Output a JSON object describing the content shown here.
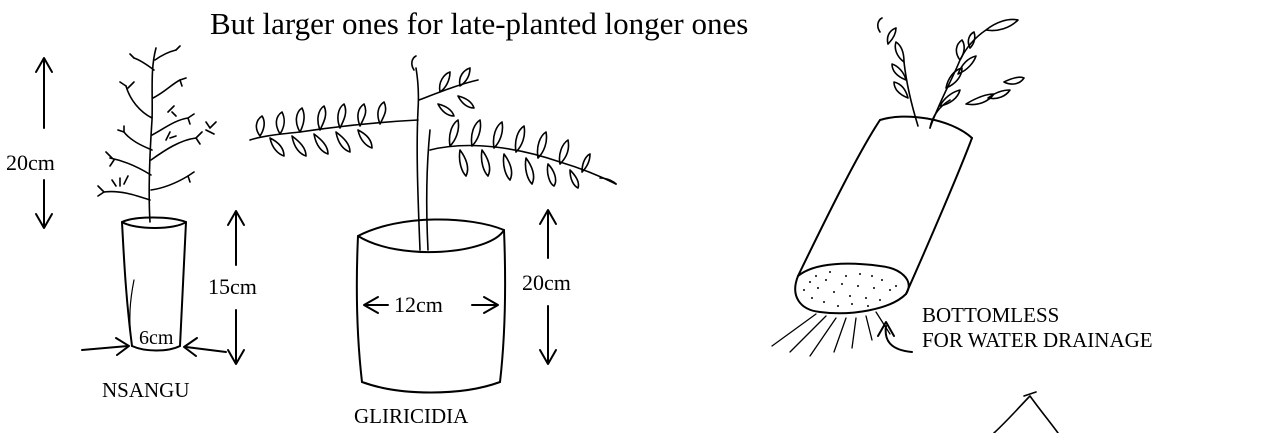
{
  "title": "But larger ones for late-planted longer ones",
  "nsangu": {
    "name": "NSANGU",
    "plant_height": "20cm",
    "pot_height": "15cm",
    "pot_width": "6cm"
  },
  "gliricidia": {
    "name": "GLIRICIDIA",
    "pot_height": "20cm",
    "pot_width": "12cm"
  },
  "bottomless": {
    "line1": "BOTTOMLESS",
    "line2": "FOR WATER DRAINAGE"
  }
}
